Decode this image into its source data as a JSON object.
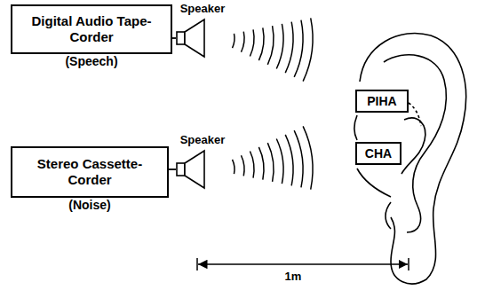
{
  "diagram": {
    "nodes": [
      {
        "text": [
          "Digital Audio Tape-Corder",
          "(Speech)"
        ]
      },
      {
        "text": [
          "Speaker"
        ]
      },
      {
        "text": [
          "Stereo Cassette-Corder",
          "(Noise)"
        ]
      },
      {
        "text": [
          "Speaker"
        ]
      },
      {
        "text": [
          "PIHA"
        ]
      },
      {
        "text": [
          "CHA"
        ]
      }
    ],
    "edges": [
      {
        "from": 0,
        "to": 1,
        "arrow": "none"
      },
      {
        "from": 2,
        "to": 3,
        "arrow": "none"
      }
    ],
    "labels": [
      "1m"
    ]
  }
}
